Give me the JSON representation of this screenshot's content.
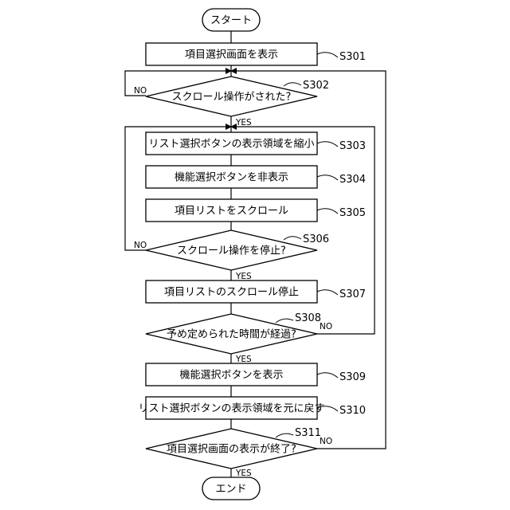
{
  "start": "スタート",
  "end": "エンド",
  "yes": "YES",
  "no": "NO",
  "steps": {
    "s301": {
      "label": "項目選択画面を表示",
      "id": "S301"
    },
    "s302": {
      "label": "スクロール操作がされた?",
      "id": "S302"
    },
    "s303": {
      "label": "リスト選択ボタンの表示領域を縮小",
      "id": "S303"
    },
    "s304": {
      "label": "機能選択ボタンを非表示",
      "id": "S304"
    },
    "s305": {
      "label": "項目リストをスクロール",
      "id": "S305"
    },
    "s306": {
      "label": "スクロール操作を停止?",
      "id": "S306"
    },
    "s307": {
      "label": "項目リストのスクロール停止",
      "id": "S307"
    },
    "s308": {
      "label": "予め定められた時間が経過?",
      "id": "S308"
    },
    "s309": {
      "label": "機能選択ボタンを表示",
      "id": "S309"
    },
    "s310": {
      "label": "リスト選択ボタンの表示領域を元に戻す",
      "id": "S310"
    },
    "s311": {
      "label": "項目選択画面の表示が終了?",
      "id": "S311"
    }
  }
}
